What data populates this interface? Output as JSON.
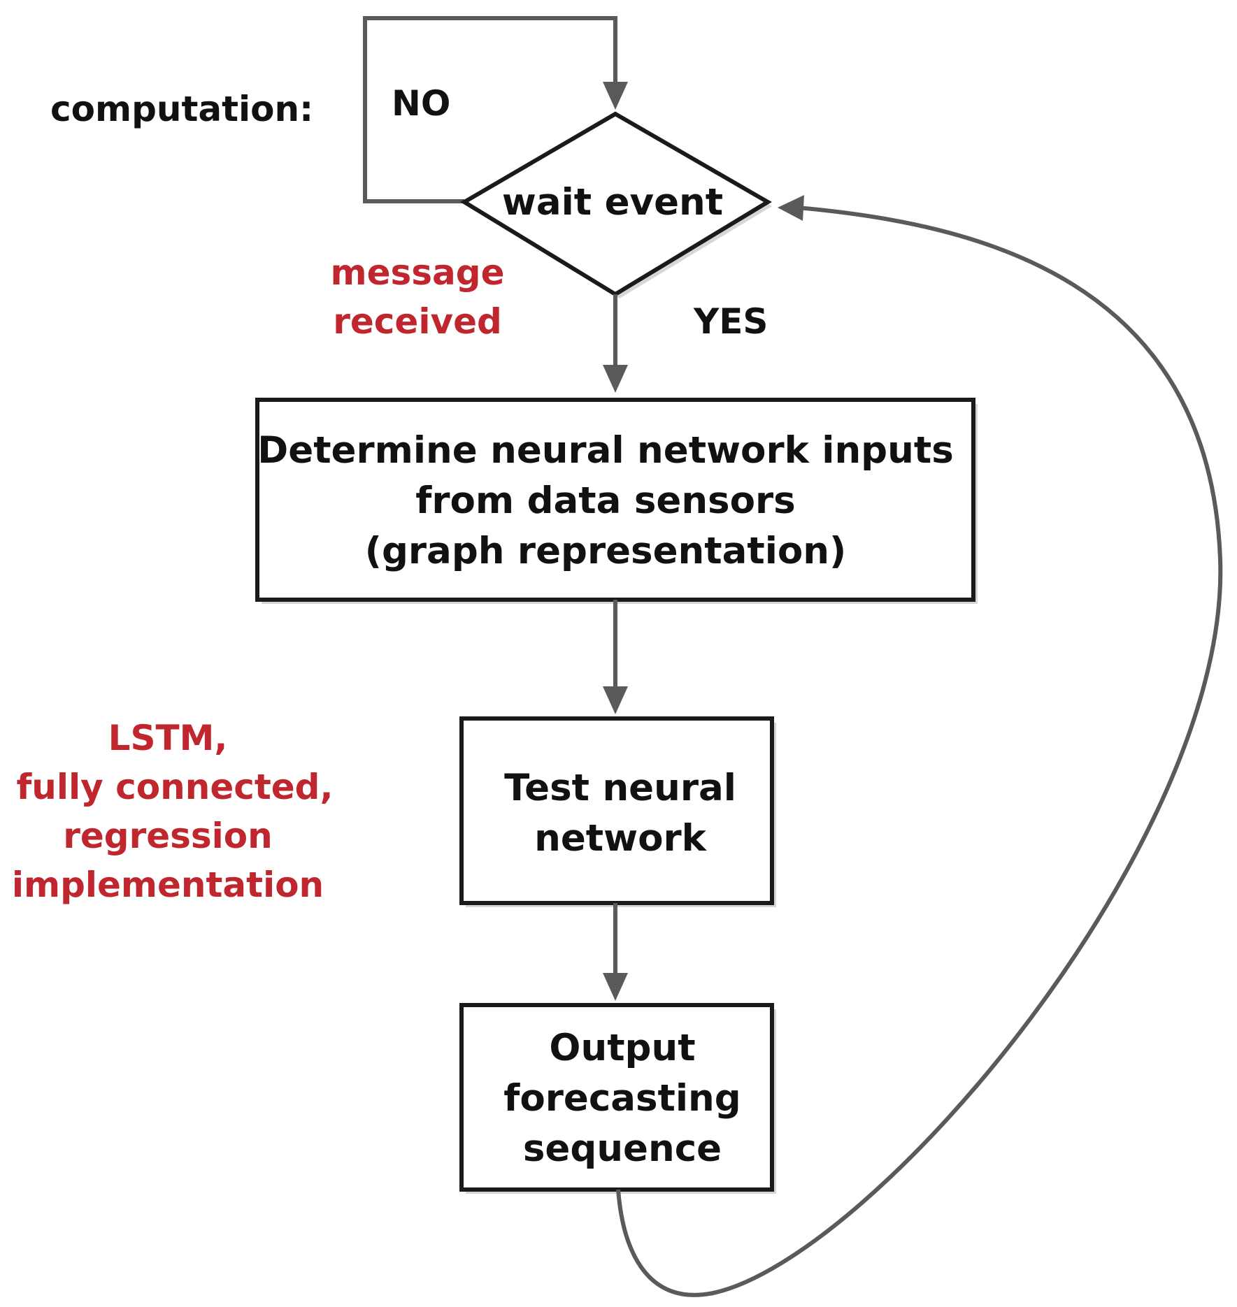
{
  "diagram": {
    "labels": {
      "computation": "computation:",
      "no": "NO",
      "yes": "YES",
      "message_line1": "message",
      "message_line2": "received",
      "impl_line1": "LSTM,",
      "impl_line2": "fully connected,",
      "impl_line3": "regression",
      "impl_line4": "implementation"
    },
    "decision": {
      "label": "wait event"
    },
    "step_inputs": {
      "line1": "Determine neural network inputs",
      "line2": "from data sensors",
      "line3": "(graph representation)"
    },
    "step_test": {
      "line1": "Test neural",
      "line2": "network"
    },
    "step_output": {
      "line1": "Output",
      "line2": "forecasting",
      "line3": "sequence"
    },
    "colors": {
      "text": "#111111",
      "annotation": "#c0262d",
      "connector": "#5a5a5a",
      "box_border": "#1a1a1a"
    }
  }
}
